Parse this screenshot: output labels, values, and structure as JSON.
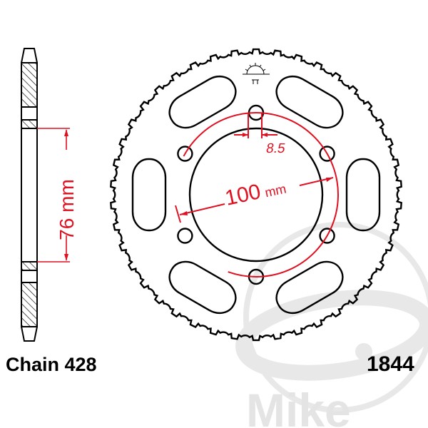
{
  "chain_label": "Chain 428",
  "part_number": "1844",
  "dimensions": {
    "offset": "76 mm",
    "bolt_circle_value": "100",
    "bolt_circle_unit": "mm",
    "bolt_hole": "8.5"
  },
  "sprocket": {
    "teeth": 42,
    "bolt_holes": 6,
    "slots": 6
  },
  "watermark": "Mike",
  "colors": {
    "line": "#000000",
    "dimension": "#e01020",
    "watermark": "#e4e4e4"
  }
}
